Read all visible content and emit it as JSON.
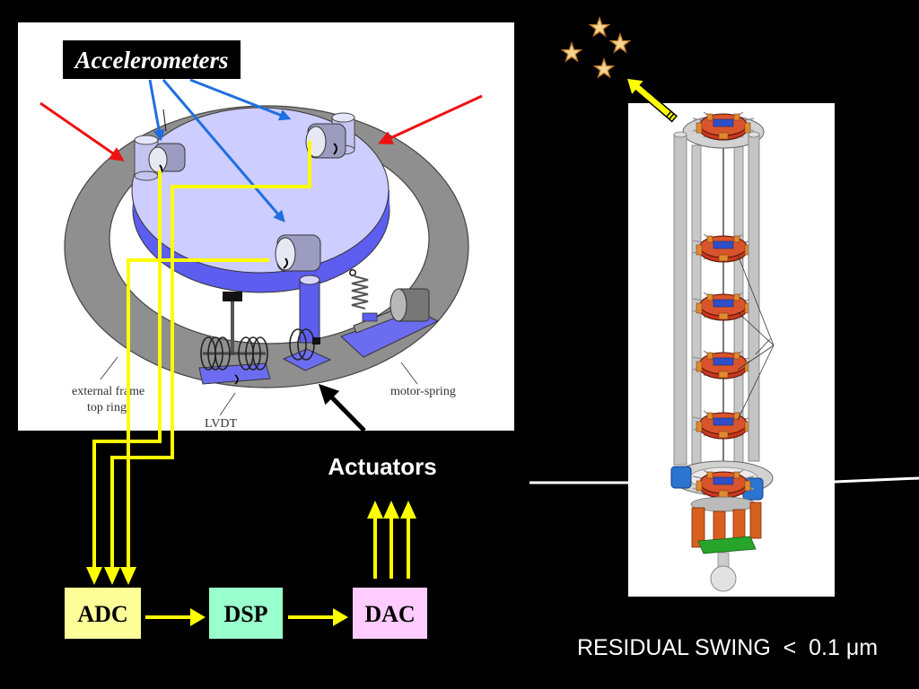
{
  "slide": {
    "accelerometers_label": "Accelerometers",
    "frame_label_line1": "external frame",
    "frame_label_line2": "top ring",
    "lvdt_label": "LVDT",
    "motor_spring_label": "motor-spring",
    "actuators_label": "Actuators",
    "residual_swing": "RESIDUAL SWING  <  0.1 μm"
  },
  "control_chain": {
    "adc": "ADC",
    "dsp": "DSP",
    "dac": "DAC"
  },
  "colors": {
    "background": "#000000",
    "signal_lines": "#ffff00",
    "accelerometer_arrows": "#1f6fe0",
    "input_arrows": "#ee1111",
    "adc_box": "#ffff99",
    "dsp_box": "#99ffcc",
    "dac_box": "#ffccff",
    "text_light": "#ffffff"
  }
}
